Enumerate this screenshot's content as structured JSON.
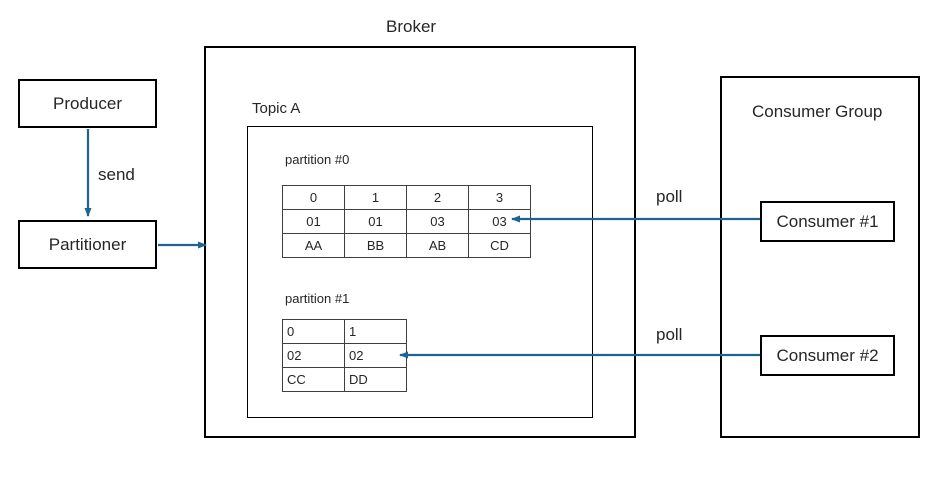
{
  "diagram": {
    "title_broker": "Broker",
    "title_topic": "Topic A",
    "producer_label": "Producer",
    "partitioner_label": "Partitioner",
    "send_label": "send",
    "consumer_group_label": "Consumer Group",
    "consumer1_label": "Consumer #1",
    "consumer2_label": "Consumer #2",
    "poll_label_1": "poll",
    "poll_label_2": "poll",
    "arrow_color": "#1f6391",
    "border_color": "#000000",
    "text_color": "#262626"
  },
  "partitions": [
    {
      "name": "partition #0",
      "align": "centered",
      "rows": [
        {
          "cells": [
            {
              "text": "0",
              "color": "black"
            },
            {
              "text": "1",
              "color": "black"
            },
            {
              "text": "2",
              "color": "black"
            },
            {
              "text": "3",
              "color": "black"
            }
          ]
        },
        {
          "cells": [
            {
              "text": "01",
              "color": "blue"
            },
            {
              "text": "01",
              "color": "blue"
            },
            {
              "text": "03",
              "color": "orange"
            },
            {
              "text": "03",
              "color": "orange"
            }
          ]
        },
        {
          "cells": [
            {
              "text": "AA",
              "color": "black"
            },
            {
              "text": "BB",
              "color": "black"
            },
            {
              "text": "AB",
              "color": "black"
            },
            {
              "text": "CD",
              "color": "black"
            }
          ]
        }
      ]
    },
    {
      "name": "partition #1",
      "align": "leftal",
      "rows": [
        {
          "cells": [
            {
              "text": "0",
              "color": "black"
            },
            {
              "text": "1",
              "color": "black"
            }
          ]
        },
        {
          "cells": [
            {
              "text": "02",
              "color": "magenta"
            },
            {
              "text": "02",
              "color": "magenta"
            }
          ]
        },
        {
          "cells": [
            {
              "text": "CC",
              "color": "black"
            },
            {
              "text": "DD",
              "color": "black"
            }
          ]
        }
      ]
    }
  ]
}
